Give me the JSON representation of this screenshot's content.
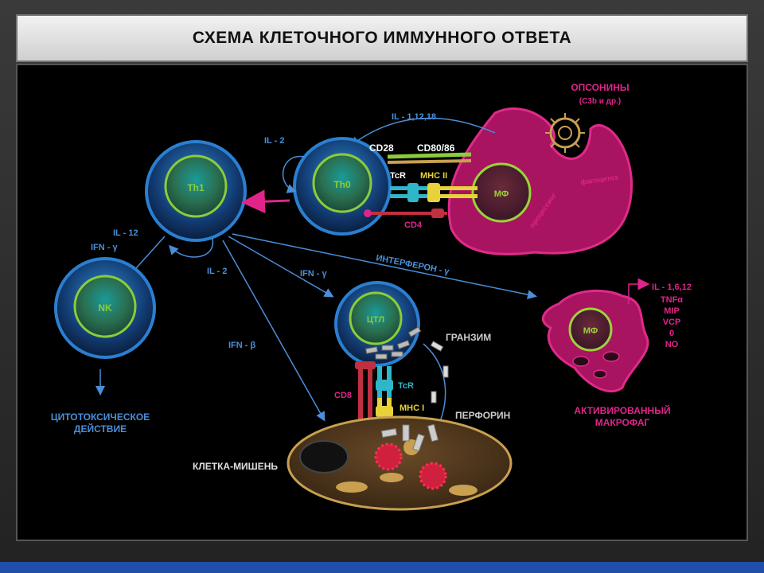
{
  "title": "СХЕМА КЛЕТОЧНОГО ИММУННОГО ОТВЕТА",
  "cells": {
    "th1": "Th1",
    "th0": "Th0",
    "nk": "NK",
    "ctl": "ЦТЛ",
    "mf": "МФ",
    "mf_active": "МФ"
  },
  "labels": {
    "opsonins": "ОПСОНИНЫ",
    "opsonins_sub": "(C3b и др.)",
    "il_1_12_18": "IL - 1,12,18",
    "il2_top": "IL - 2",
    "cd28": "CD28",
    "cd80_86": "CD80/86",
    "tcr_top": "TcR",
    "mhc2": "МНС II",
    "cd4": "CD4",
    "phagocytosis": "фагоцитоз",
    "processing": "процессинг",
    "il12": "IL - 12",
    "ifn_gamma_left": "IFN - γ",
    "il2_mid": "IL - 2",
    "ifn_gamma_mid": "IFN - γ",
    "interferon": "ИНТЕРФЕРОН - γ",
    "ifn_beta": "IFN - β",
    "granzyme": "ГРАНЗИМ",
    "cd8": "CD8",
    "tcr_bottom": "TcR",
    "mhc1": "МНС I",
    "perforin": "ПЕРФОРИН",
    "target_cell": "КЛЕТКА-МИШЕНЬ",
    "cytotoxic_1": "ЦИТОТОКСИЧЕСКОЕ",
    "cytotoxic_2": "ДЕЙСТВИЕ",
    "activated_1": "АКТИВИРОВАННЫЙ",
    "activated_2": "МАКРОФАГ",
    "secreted": [
      "IL - 1,6,12",
      "TNFα",
      "MIP",
      "VCP",
      "0",
      "NO"
    ]
  },
  "colors": {
    "cell_blue": "#1f5fa8",
    "nucleus_green": "#8ccc3a",
    "macrophage_magenta": "#b0166e",
    "label_blue": "#4a8fd8",
    "label_magenta": "#e0248a",
    "receptor_cyan": "#2fb6c8",
    "receptor_yellow": "#e8d23a"
  }
}
